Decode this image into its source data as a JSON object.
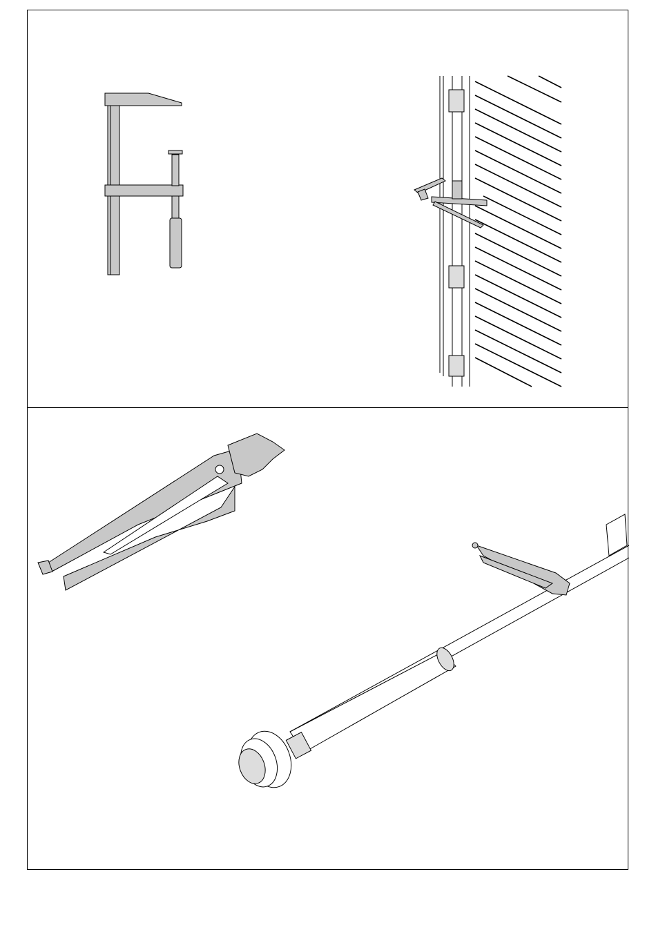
{
  "colors": {
    "line": "#000000",
    "fill_gray": "#c8c8c8",
    "paper": "#ffffff"
  },
  "figures": [
    "clamp-figure",
    "door-clamp-figure",
    "locking-pliers-figure",
    "torsion-spring-pliers-figure"
  ]
}
